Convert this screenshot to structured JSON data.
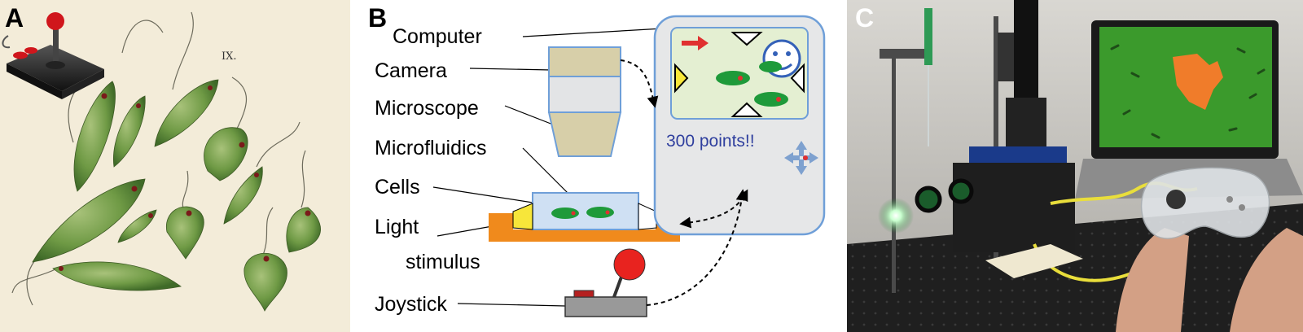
{
  "panels": {
    "a": {
      "letter": "A",
      "plate_number": "IX."
    },
    "b": {
      "letter": "B",
      "labels": {
        "computer": "Computer",
        "camera": "Camera",
        "microscope": "Microscope",
        "microfluidics": "Microfluidics",
        "cells": "Cells",
        "light_line1": "Light",
        "light_line2": "stimulus",
        "joystick": "Joystick"
      },
      "screen_score": "300 points!!"
    },
    "c": {
      "letter": "C"
    }
  },
  "colors": {
    "cell_green": "#1e9a3a",
    "cell_eyespot": "#e03030",
    "stage_orange": "#f08a1c",
    "joystick_red": "#e8231f",
    "screen_bg": "#e4efd2",
    "computer_bg": "#e6e7e8",
    "outline_blue": "#6f9fd8",
    "led_yellow": "#f7e63a",
    "lab_monitor_green": "#3b9a2c",
    "lab_monitor_orange": "#f07c2a"
  },
  "icons": {
    "joystick": "joystick-icon",
    "smiley": "smiley-face-icon",
    "arrow": "right-arrow-icon",
    "move": "four-way-arrow-icon"
  }
}
